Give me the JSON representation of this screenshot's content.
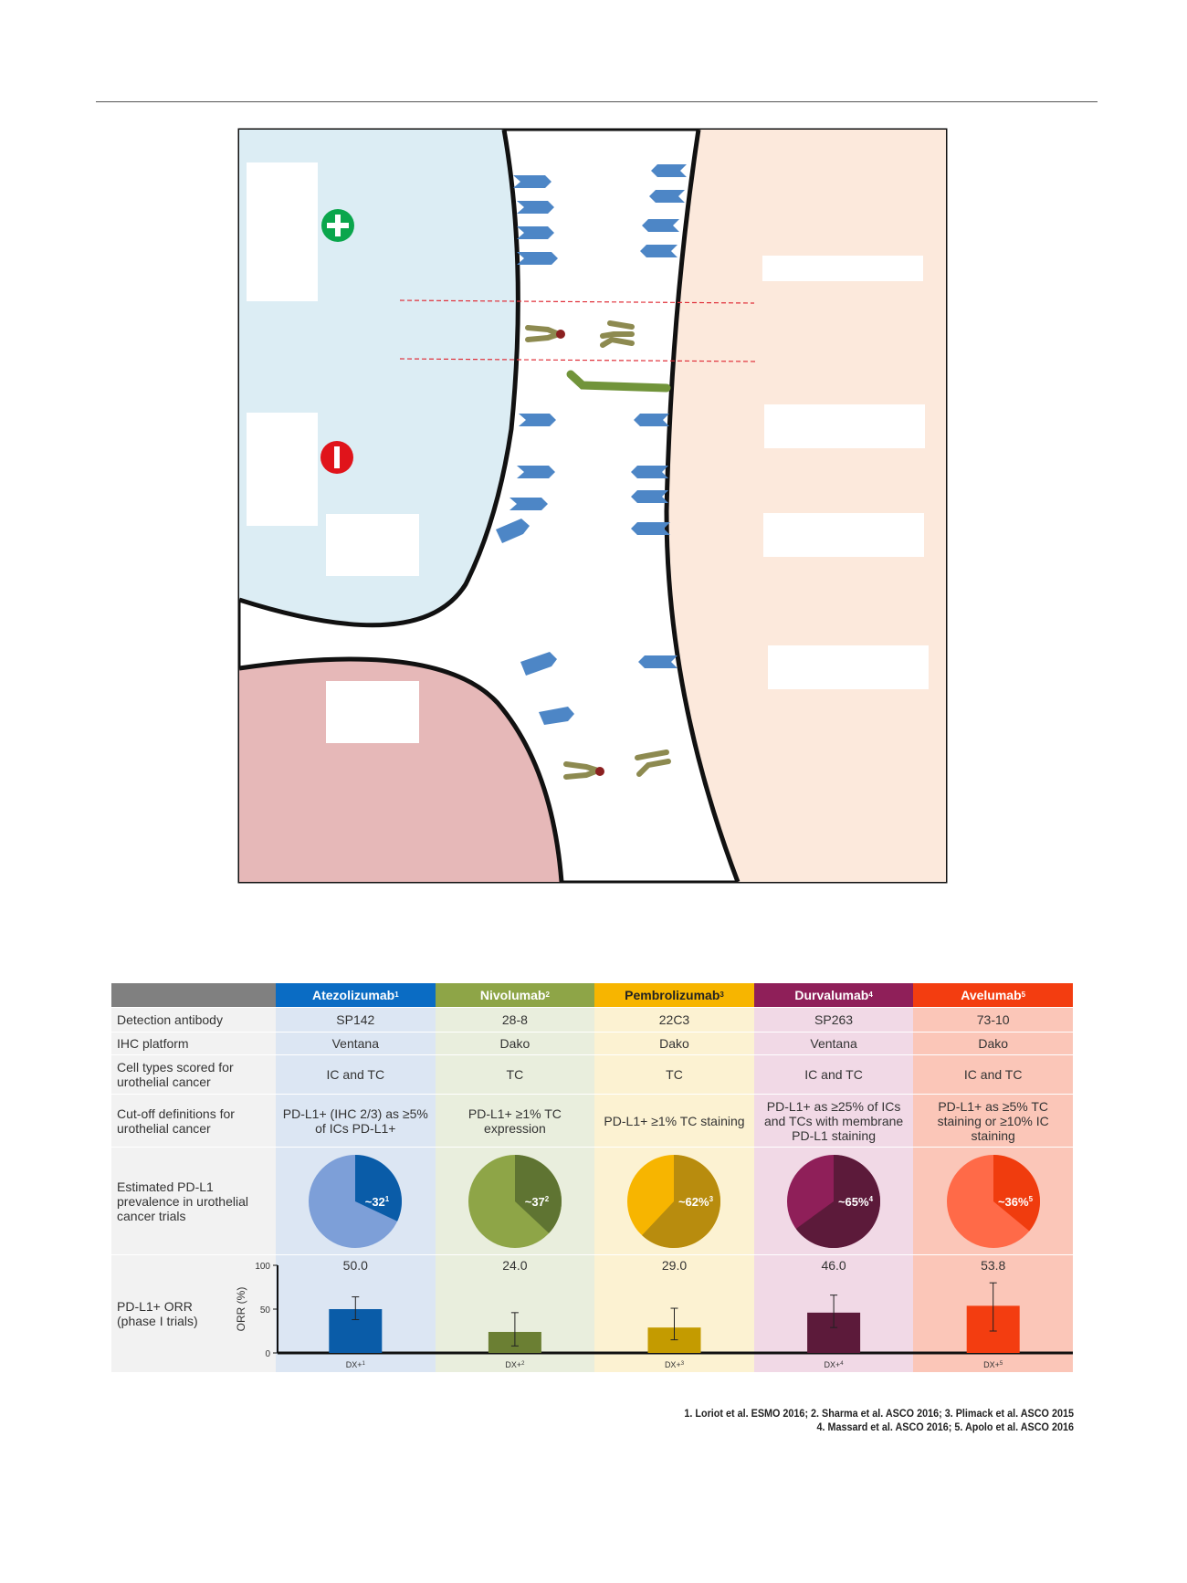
{
  "diagram": {
    "plus_icon": "plus-circle-icon",
    "minus_icon": "minus-circle-icon"
  },
  "table": {
    "headers": [
      {
        "name": "Atezolizumab",
        "ref": "1",
        "color": "#0a6cc4"
      },
      {
        "name": "Nivolumab",
        "ref": "2",
        "color": "#8ea547"
      },
      {
        "name": "Pembrolizumab",
        "ref": "3",
        "color": "#f7b500"
      },
      {
        "name": "Durvalumab",
        "ref": "4",
        "color": "#8f1f59"
      },
      {
        "name": "Avelumab",
        "ref": "5",
        "color": "#f33d10"
      }
    ],
    "rows": {
      "detection": {
        "label": "Detection antibody",
        "values": [
          "SP142",
          "28-8",
          "22C3",
          "SP263",
          "73-10"
        ]
      },
      "platform": {
        "label": "IHC platform",
        "values": [
          "Ventana",
          "Dako",
          "Dako",
          "Ventana",
          "Dako"
        ]
      },
      "cells": {
        "label": "Cell types scored for urothelial cancer",
        "values": [
          "IC and TC",
          "TC",
          "TC",
          "IC and TC",
          "IC and TC"
        ]
      },
      "cutoff": {
        "label": "Cut-off definitions for urothelial cancer",
        "values": [
          "PD-L1+ (IHC 2/3) as ≥5% of ICs PD-L1+",
          "PD-L1+ ≥1% TC expression",
          "PD-L1+ ≥1% TC staining",
          "PD-L1+ as ≥25% of ICs and TCs with membrane PD-L1 staining",
          "PD-L1+ as ≥5% TC staining or ≥10% IC staining"
        ]
      },
      "prevalence": {
        "label": "Estimated PD-L1 prevalence in urothelial cancer trials",
        "values": [
          "~32",
          "~37",
          "~62%",
          "~65%",
          "~36%"
        ]
      },
      "orr": {
        "label": "PD-L1+ ORR (phase I trials)",
        "values": [
          "50.0",
          "24.0",
          "29.0",
          "46.0",
          "53.8"
        ]
      }
    },
    "pie_colors": [
      {
        "light": "#7d9fd8",
        "dark": "#0a5ca8"
      },
      {
        "light": "#8ea547",
        "dark": "#5f7432"
      },
      {
        "light": "#f7b500",
        "dark": "#b88c0e"
      },
      {
        "light": "#8f1f59",
        "dark": "#5c1a3a"
      },
      {
        "light": "#ff6a48",
        "dark": "#f03c0e"
      }
    ]
  },
  "chart_data": {
    "type": "bar",
    "categories": [
      "DX+1",
      "DX+2",
      "DX+3",
      "DX+4",
      "DX+5"
    ],
    "values": [
      50.0,
      24.0,
      29.0,
      46.0,
      53.8
    ],
    "error_low": [
      38,
      8,
      15,
      29,
      25
    ],
    "error_high": [
      64,
      46,
      51,
      66,
      80
    ],
    "prevalence_pct": [
      32,
      37,
      62,
      65,
      36
    ],
    "ylabel": "ORR (%)",
    "ylim": [
      0,
      100
    ],
    "yticks": [
      "0",
      "50",
      "100"
    ],
    "bar_colors": [
      "#0a5ca8",
      "#6b7f33",
      "#c49b00",
      "#5c1a3a",
      "#f33d10"
    ]
  },
  "refs": {
    "line1": "1. Loriot et al. ESMO 2016; 2. Sharma et al. ASCO 2016; 3. Plimack et al. ASCO 2015",
    "line2": "4. Massard et al. ASCO 2016; 5. Apolo et al. ASCO 2016"
  }
}
